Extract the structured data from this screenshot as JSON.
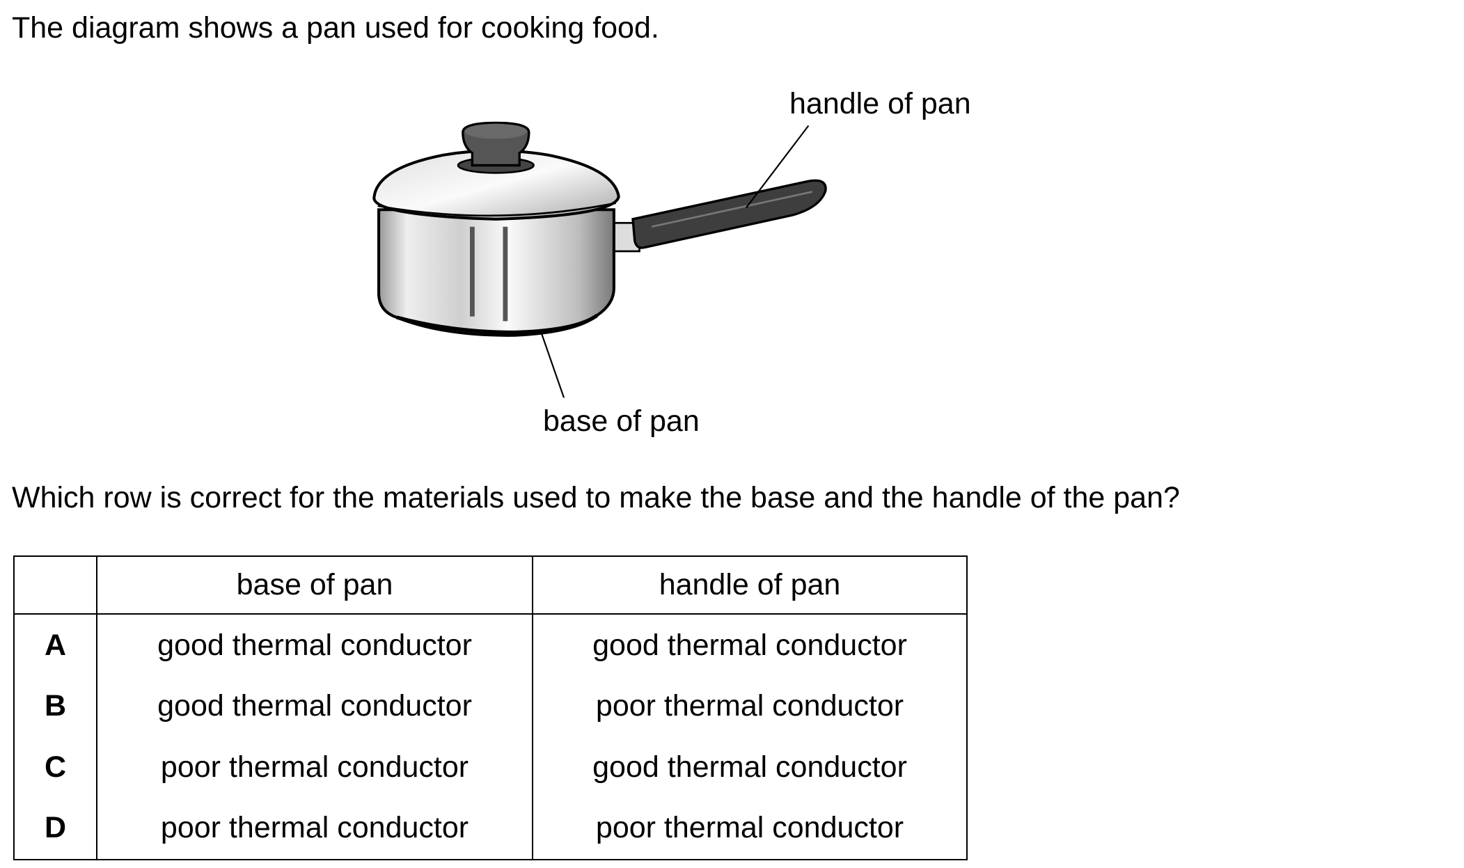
{
  "intro": "The diagram shows a pan used for cooking food.",
  "diagram": {
    "labels": {
      "handle": "handle of pan",
      "base": "base of pan"
    }
  },
  "question": "Which row is correct for the materials used to make the base and the handle of the pan?",
  "table": {
    "headers": [
      "",
      "base of pan",
      "handle of pan"
    ],
    "rows": [
      {
        "key": "A",
        "base": "good thermal conductor",
        "handle": "good thermal conductor"
      },
      {
        "key": "B",
        "base": "good thermal conductor",
        "handle": "poor thermal conductor"
      },
      {
        "key": "C",
        "base": "poor thermal conductor",
        "handle": "good thermal conductor"
      },
      {
        "key": "D",
        "base": "poor thermal conductor",
        "handle": "poor thermal conductor"
      }
    ]
  }
}
